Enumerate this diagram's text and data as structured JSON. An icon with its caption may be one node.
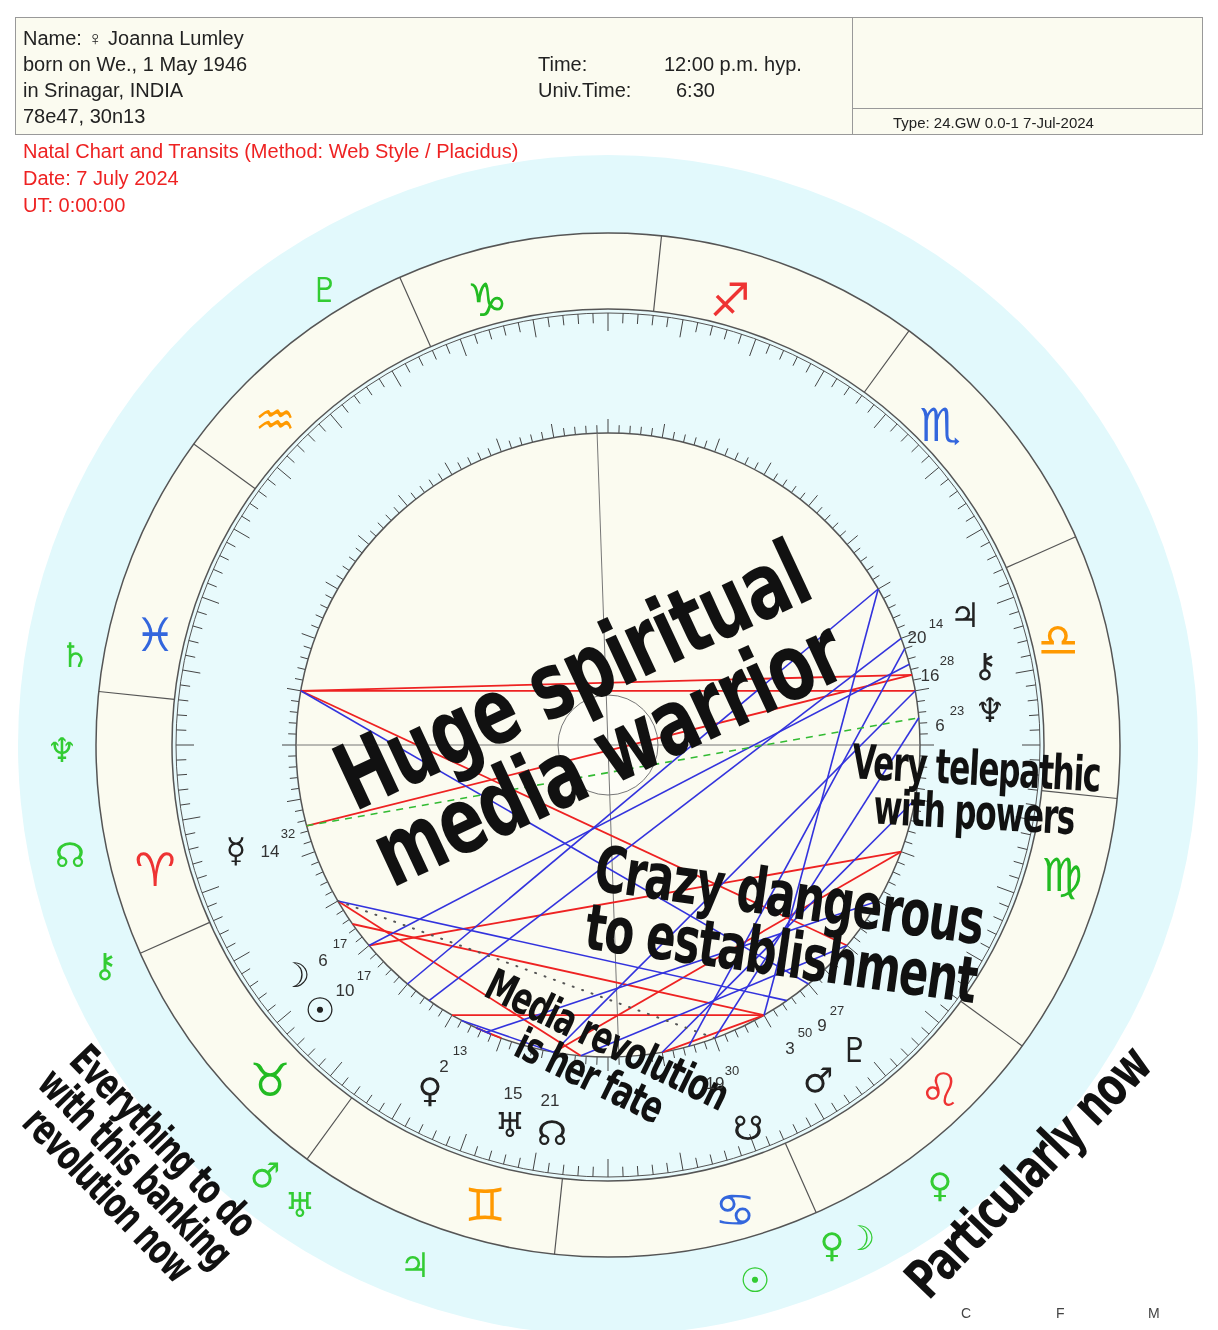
{
  "diagram": {
    "labels": [
      "Name: ♀ Joanna Lumley",
      "born on We., 1 May 1946",
      "Time:",
      "12:00 p.m. hyp.",
      "in Srinagar, INDIA",
      "Univ.Time:",
      "6:30",
      "78e47, 30n13",
      "Type: 24.GW 0.0-1 7-Jul-2024",
      "Natal Chart and Transits (Method: Web Style / Placidus)",
      "Date: 7 July 2024",
      "UT: 0:00:00",
      "♇",
      "♑",
      "♐",
      "♒",
      "♏",
      "♃",
      "14",
      "♓",
      "20",
      "♎",
      "♄",
      "28",
      "⚷",
      "16",
      "Huge spiritual media warrior",
      "23",
      "♆",
      "6",
      "♆",
      "Very telepathic with powers",
      "32",
      "☊",
      "☿",
      "14",
      "♈",
      "♍",
      "Crazy dangerous to establishment",
      "17",
      "⚷",
      "6",
      "☽",
      "17",
      "10",
      "☉",
      "27",
      "50",
      "9",
      "13",
      "3",
      "♇",
      "Media revolution is her fate",
      "2",
      "30",
      "♉",
      "♀",
      "19",
      "♂",
      "♌",
      "15",
      "21",
      "♅",
      "☊",
      "☋",
      "Everything to do with this banking revolution now",
      "♂",
      "Particularly now",
      "♀",
      "♅",
      "♊",
      "♋",
      "♀",
      "☽",
      "♃",
      "☉",
      "C",
      "F",
      "M"
    ]
  }
}
